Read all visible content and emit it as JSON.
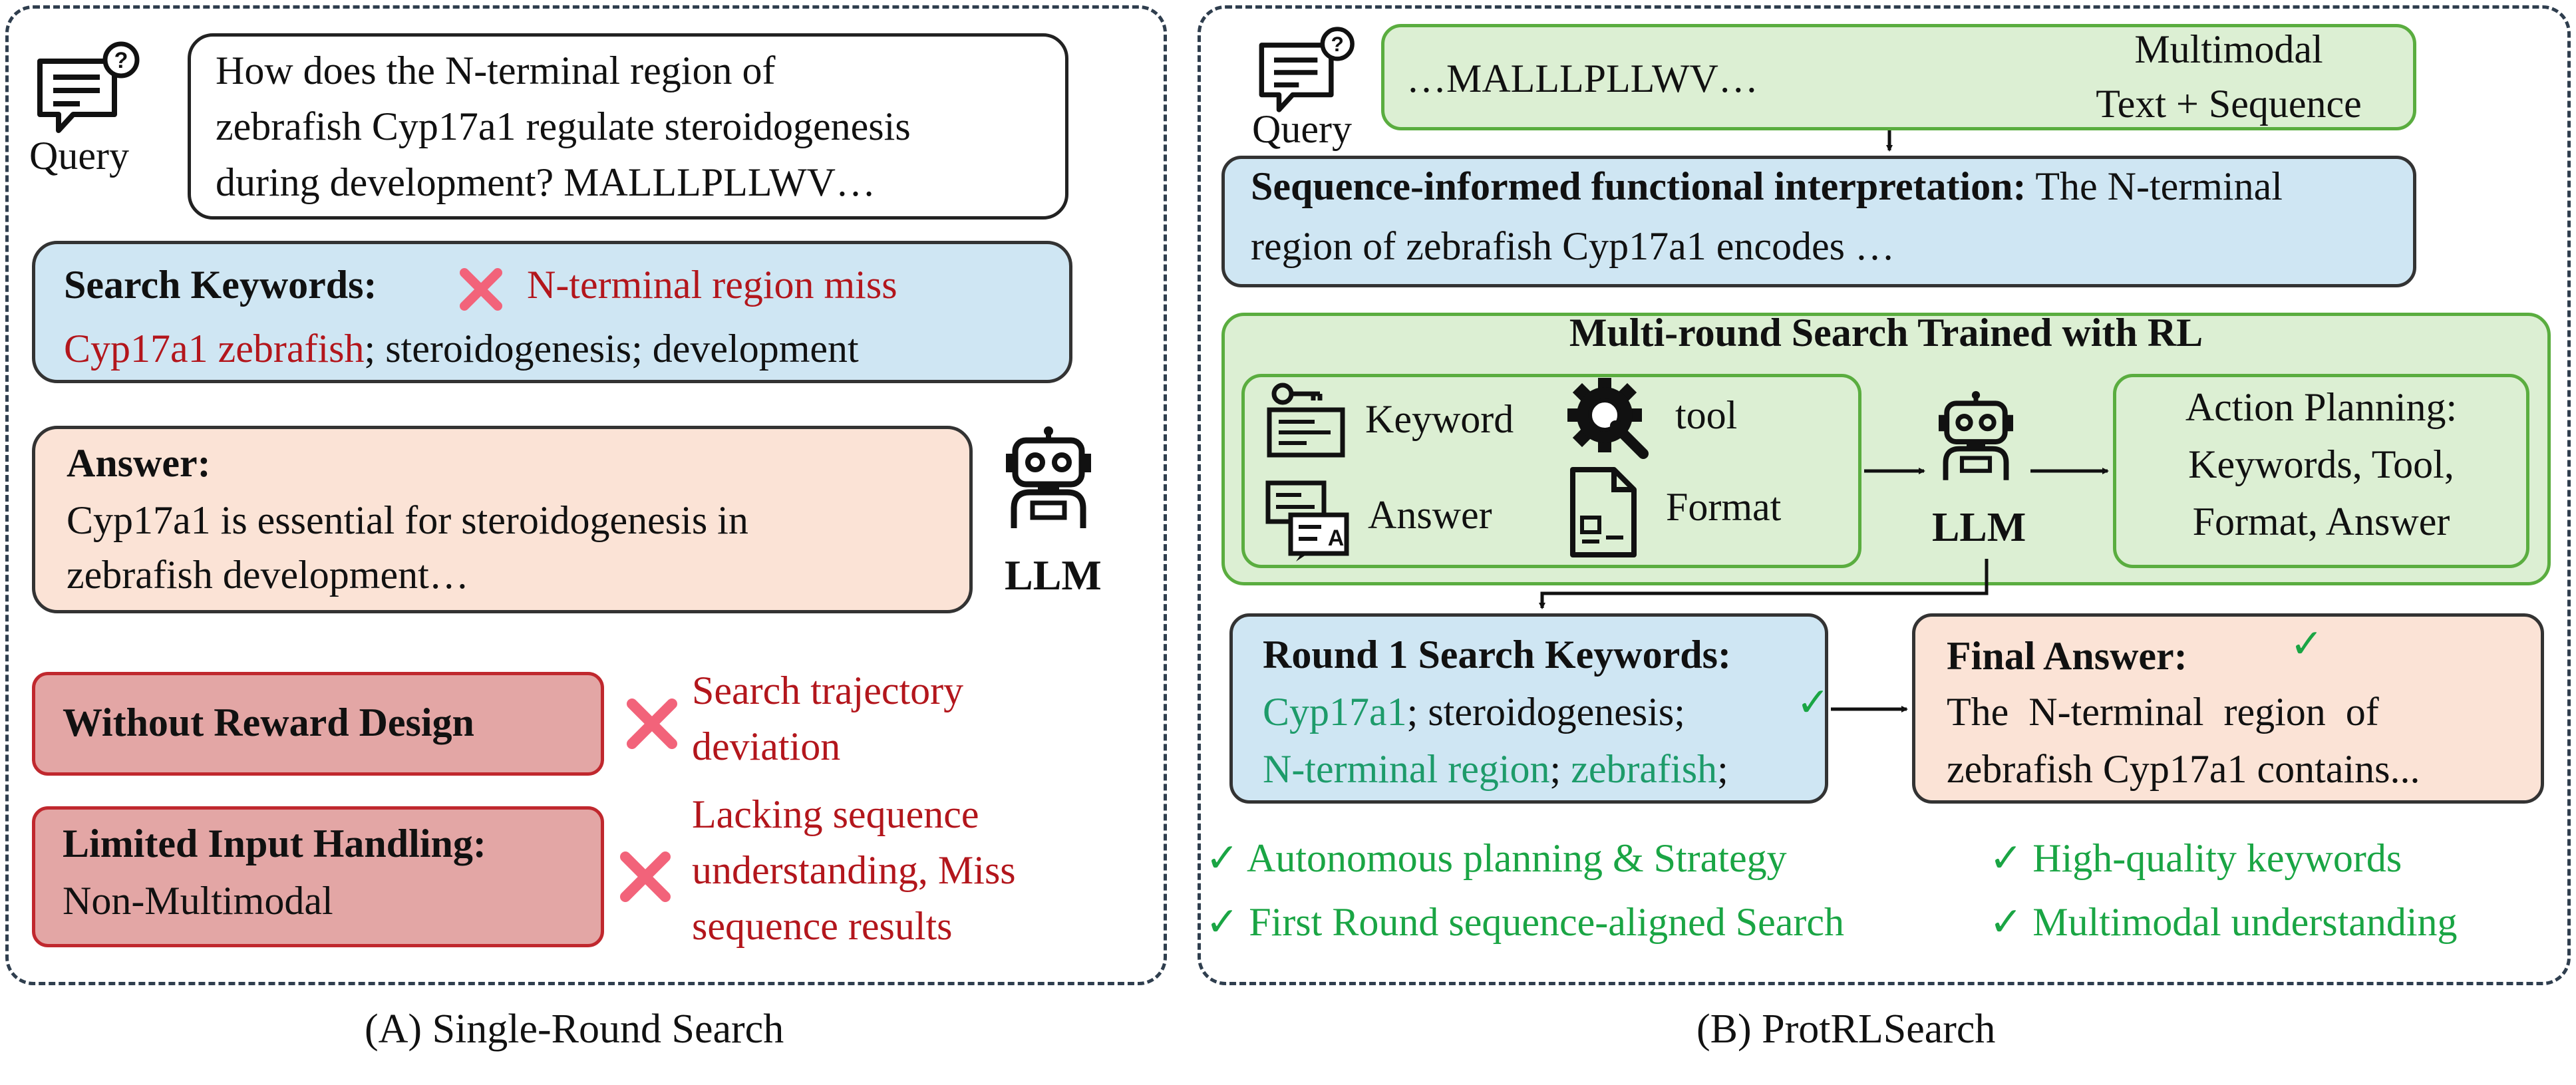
{
  "panel_a": {
    "query_label": "Query",
    "query_text": [
      "How does the N-terminal region of",
      "zebrafish Cyp17a1 regulate steroidogenesis",
      "during development? MALLLPLLWV…"
    ],
    "search_keywords": {
      "label": "Search Keywords:",
      "missed_1": "N-terminal region  miss",
      "missed_2": "Cyp17a1 zebrafish",
      "rest": "; steroidogenesis; development"
    },
    "answer": {
      "label": "Answer:",
      "line1": "Cyp17a1 is essential for steroidogenesis in",
      "line2": "zebrafish development…"
    },
    "llm_label": "LLM",
    "issues": [
      {
        "box": "Without Reward Design",
        "box_sub": "",
        "note": [
          "Search trajectory",
          "deviation"
        ]
      },
      {
        "box": "Limited Input Handling:",
        "box_sub": "Non-Multimodal",
        "note": [
          "Lacking sequence",
          "understanding, Miss",
          "sequence results"
        ]
      }
    ],
    "caption": "(A) Single-Round Search"
  },
  "panel_b": {
    "query_label": "Query",
    "query_seq": "…MALLLPLLWV…",
    "query_modality": [
      "Multimodal",
      "Text + Sequence"
    ],
    "interpretation": {
      "label": "Sequence-informed functional interpretation:",
      "text1": "The N-terminal",
      "text2": "region of zebrafish Cyp17a1 encodes …"
    },
    "rl_box": {
      "title": "Multi-round Search Trained with RL",
      "items": [
        "Keyword",
        "tool",
        "Answer",
        "Format"
      ],
      "llm_label": "LLM",
      "planning": [
        "Action Planning:",
        "Keywords, Tool,",
        "Format, Answer"
      ]
    },
    "round1": {
      "label": "Round 1 Search Keywords:",
      "kw1": "Cyp17a1",
      "kw1_rest": "; steroidogenesis;",
      "kw2": "N-terminal region",
      "sep": "; ",
      "kw3": "zebrafish",
      "end": ";"
    },
    "final_answer": {
      "label": "Final Answer:",
      "line1": "The  N-terminal  region  of",
      "line2": "zebrafish Cyp17a1 contains..."
    },
    "benefits": [
      "Autonomous planning & Strategy",
      "High-quality keywords",
      "First Round sequence-aligned Search",
      "Multimodal understanding"
    ],
    "caption": "(B) ProtRLSearch"
  },
  "symbols": {
    "check": "✓"
  },
  "colors": {
    "blue_fill": "#cfe6f3",
    "green_fill": "#dcefd3",
    "green_border": "#5aad3f",
    "peach_fill": "#fbe3d6",
    "red_fill": "#e3a6a5",
    "red_border": "#c0282e",
    "cross": "#f2637a",
    "check": "#1aa544"
  },
  "icons": [
    "query-chat-icon",
    "robot-icon",
    "cross-icon",
    "check-icon",
    "key-doc-icon",
    "search-gear-icon",
    "chat-answer-icon",
    "format-doc-icon"
  ]
}
